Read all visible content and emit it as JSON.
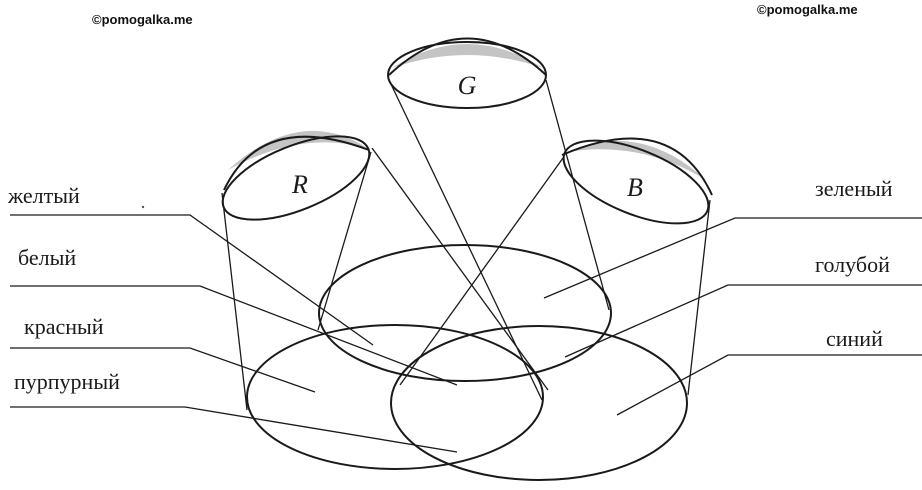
{
  "watermarks": {
    "left": "©pomogalka.me",
    "right": "©pomogalka.me"
  },
  "lamps": {
    "red": "R",
    "green": "G",
    "blue": "B"
  },
  "labels": {
    "yellow": "желтый",
    "white": "белый",
    "red": "красный",
    "magenta": "пурпурный",
    "green": "зеленый",
    "cyan": "голубой",
    "blue": "синий"
  },
  "colors": {
    "line": "#1a1a1a",
    "lamp_shading": "#c4c4c4",
    "background": "#ffffff"
  }
}
